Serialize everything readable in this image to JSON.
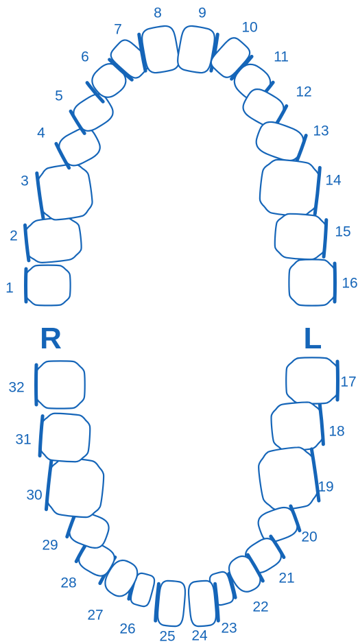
{
  "colors": {
    "line": "#1565b8",
    "fill": "#ffffff",
    "background": "#ffffff"
  },
  "side_labels": {
    "right": "R",
    "left": "L"
  },
  "upper_teeth": [
    {
      "number": "1"
    },
    {
      "number": "2"
    },
    {
      "number": "3"
    },
    {
      "number": "4"
    },
    {
      "number": "5"
    },
    {
      "number": "6"
    },
    {
      "number": "7"
    },
    {
      "number": "8"
    },
    {
      "number": "9"
    },
    {
      "number": "10"
    },
    {
      "number": "11"
    },
    {
      "number": "12"
    },
    {
      "number": "13"
    },
    {
      "number": "14"
    },
    {
      "number": "15"
    },
    {
      "number": "16"
    }
  ],
  "lower_teeth": [
    {
      "number": "17"
    },
    {
      "number": "18"
    },
    {
      "number": "19"
    },
    {
      "number": "20"
    },
    {
      "number": "21"
    },
    {
      "number": "22"
    },
    {
      "number": "23"
    },
    {
      "number": "24"
    },
    {
      "number": "25"
    },
    {
      "number": "26"
    },
    {
      "number": "27"
    },
    {
      "number": "28"
    },
    {
      "number": "29"
    },
    {
      "number": "30"
    },
    {
      "number": "31"
    },
    {
      "number": "32"
    }
  ]
}
